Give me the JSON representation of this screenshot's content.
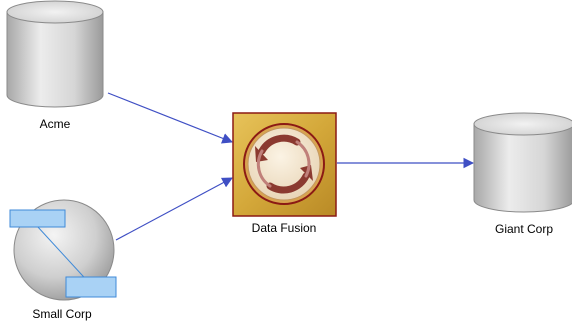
{
  "nodes": {
    "acme": {
      "label": "Acme",
      "icon": "database-cylinder-icon"
    },
    "small_corp": {
      "label": "Small Corp",
      "icon": "server-with-modules-icon"
    },
    "data_fusion": {
      "label": "Data Fusion",
      "icon": "transform-cycle-icon"
    },
    "giant_corp": {
      "label": "Giant Corp",
      "icon": "database-cylinder-icon"
    }
  },
  "edges": [
    {
      "from": "Acme",
      "to": "Data Fusion"
    },
    {
      "from": "Small Corp",
      "to": "Data Fusion"
    },
    {
      "from": "Data Fusion",
      "to": "Giant Corp"
    }
  ],
  "colors": {
    "connector": "#3f4fc4",
    "cylinder_fill": "#d9d9d9",
    "transform_fill": "#d6a93c",
    "transform_border": "#8b1a14",
    "transform_arrows": "#8b3a30",
    "module_fill": "#a9d2f5",
    "module_border": "#3f8ad8"
  }
}
